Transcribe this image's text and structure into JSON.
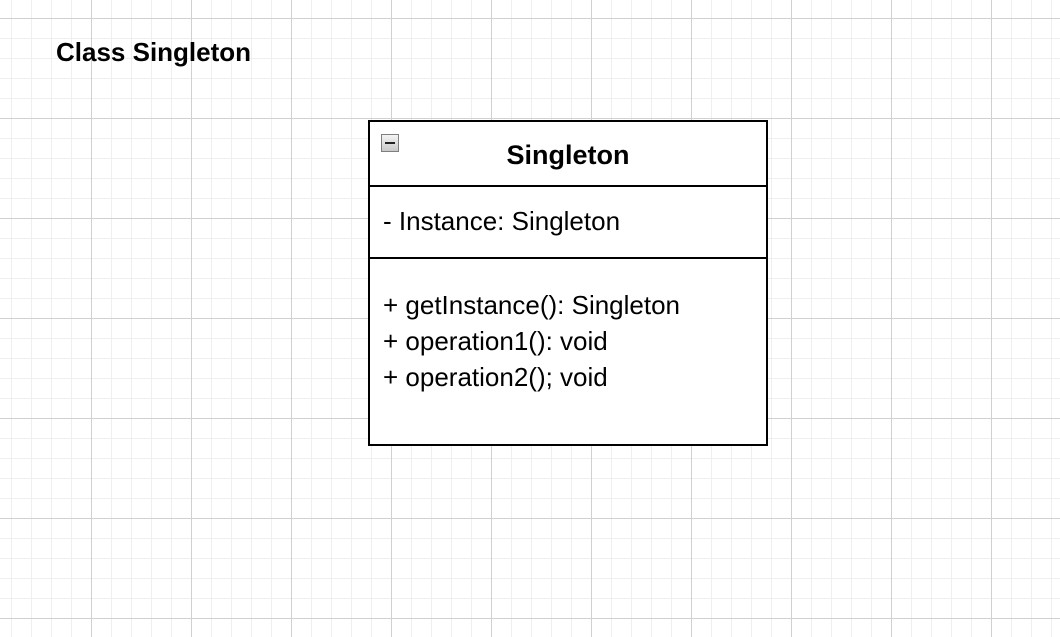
{
  "diagram": {
    "title": "Class Singleton"
  },
  "class_box": {
    "name": "Singleton",
    "collapse_icon": "minus-square-icon",
    "attributes": [
      "- Instance: Singleton"
    ],
    "methods": [
      "+ getInstance(): Singleton",
      "+ operation1(): void",
      "+ operation2(); void"
    ]
  },
  "colors": {
    "background": "#ffffff",
    "grid_major": "#d0d0d0",
    "grid_minor": "#efefef",
    "border": "#000000",
    "text": "#000000"
  }
}
